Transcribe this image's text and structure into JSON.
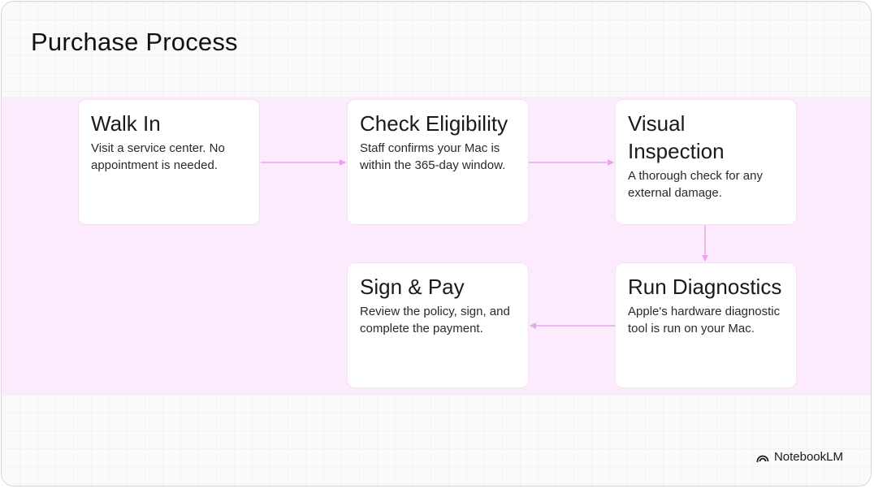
{
  "title": "Purchase Process",
  "steps": [
    {
      "heading": "Walk In",
      "description": "Visit a service center. No appointment is needed."
    },
    {
      "heading": "Check Eligibility",
      "description": "Staff confirms your Mac is within the 365-day window."
    },
    {
      "heading": "Visual Inspection",
      "description": "A thorough check for any external damage."
    },
    {
      "heading": "Run Diagnostics",
      "description": "Apple's hardware diagnostic tool is run on your Mac."
    },
    {
      "heading": "Sign & Pay",
      "description": "Review the policy, sign, and complete the payment."
    }
  ],
  "brand": {
    "name": "NotebookLM",
    "icon": "notebooklm-logo-icon"
  },
  "colors": {
    "band": "#fcebfc",
    "connector": "#e7a6ea",
    "card": "#ffffff",
    "text": "#111111"
  }
}
